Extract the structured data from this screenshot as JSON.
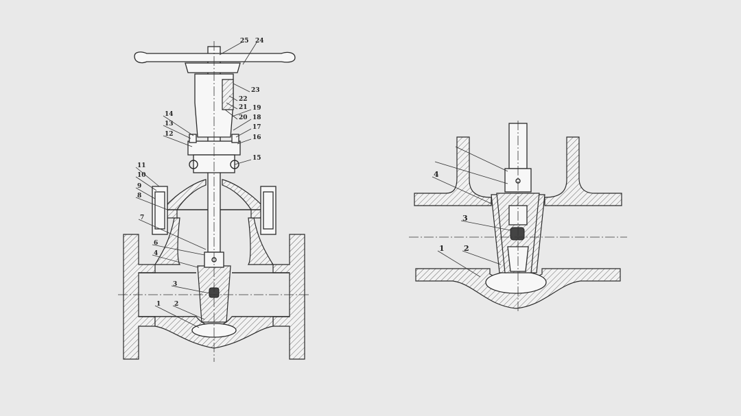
{
  "left_view": {
    "callouts": [
      "1",
      "2",
      "3",
      "4",
      "6",
      "7",
      "8",
      "9",
      "10",
      "11",
      "12",
      "13",
      "14",
      "15",
      "16",
      "17",
      "18",
      "19",
      "20",
      "21",
      "22",
      "23",
      "24",
      "25"
    ]
  },
  "right_view": {
    "callouts": [
      "1",
      "2",
      "3",
      "4"
    ]
  }
}
